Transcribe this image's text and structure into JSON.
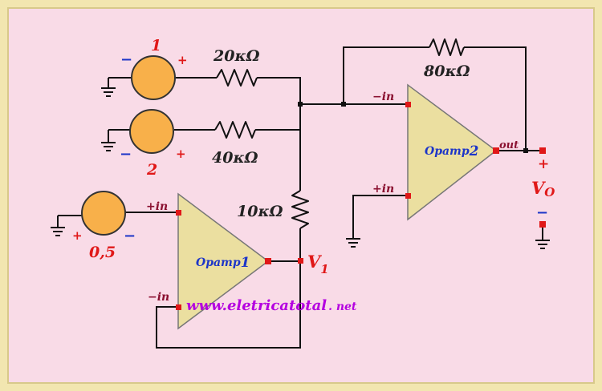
{
  "sources": {
    "src1": {
      "label": "1",
      "minus": "−",
      "plus": "+"
    },
    "src2": {
      "label": "2",
      "minus": "−",
      "plus": "+"
    },
    "src3": {
      "label": "0,5",
      "minus": "−",
      "plus": "+"
    }
  },
  "resistors": {
    "r20": "20κΩ",
    "r40": "40κΩ",
    "r10": "10κΩ",
    "r80": "80κΩ"
  },
  "opamp1": {
    "name": "Opamp",
    "sub": "1",
    "plus_in": "+in",
    "minus_in": "−in"
  },
  "opamp2": {
    "name": "Opamp",
    "sub": "2",
    "plus_in": "+in",
    "minus_in": "−in",
    "out": "out"
  },
  "nodes": {
    "v1": "V",
    "v1_sub": "1",
    "vo": "V",
    "vo_sub": "O",
    "vo_plus": "+",
    "vo_minus": "−"
  },
  "watermark": {
    "main": "www.eletricatotal",
    "tld": ". net"
  },
  "colors": {
    "background": "#f9dbe7",
    "frame": "#f2e6b0",
    "source_fill": "#f8b04a",
    "opamp_fill": "#ebdfa0",
    "red": "#e01818",
    "blue": "#1c35c8",
    "dark_red": "#8a1030",
    "watermark": "#b400e0"
  }
}
